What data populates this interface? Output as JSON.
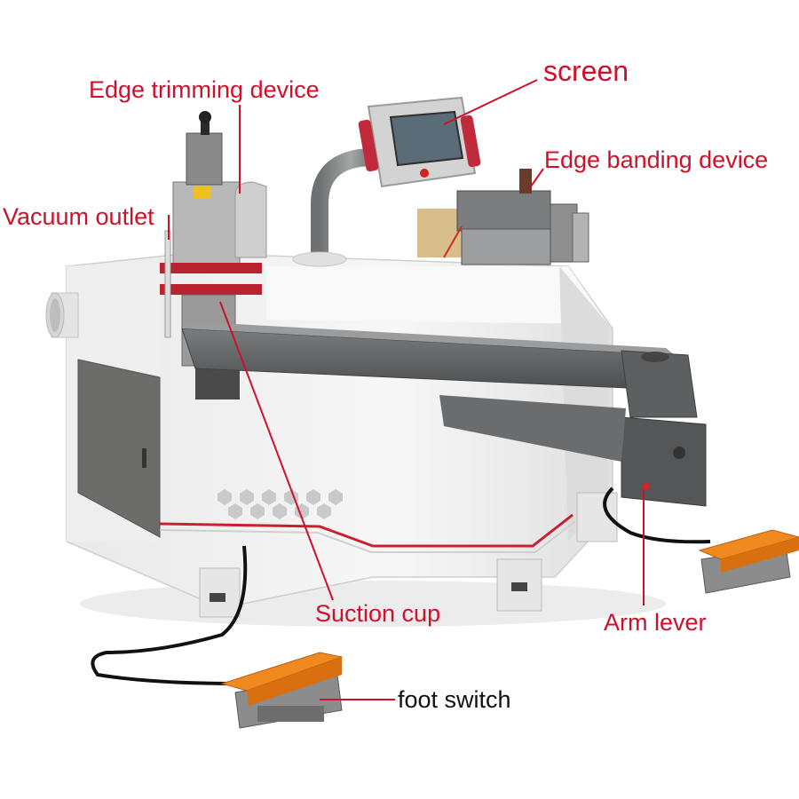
{
  "labels": {
    "edge_trimming": "Edge trimming device",
    "screen": "screen",
    "edge_banding": "Edge banding device",
    "vacuum_outlet": "Vacuum outlet",
    "suction_cup": "Suction cup",
    "arm_lever": "Arm lever",
    "foot_switch": "foot switch"
  },
  "colors": {
    "label_red": "#d0102a",
    "label_black": "#111111",
    "leader_red": "#d0102a",
    "machine_white": "#f2f2f2",
    "machine_dark": "#5c5e60",
    "pedal_orange": "#f08a1e"
  }
}
